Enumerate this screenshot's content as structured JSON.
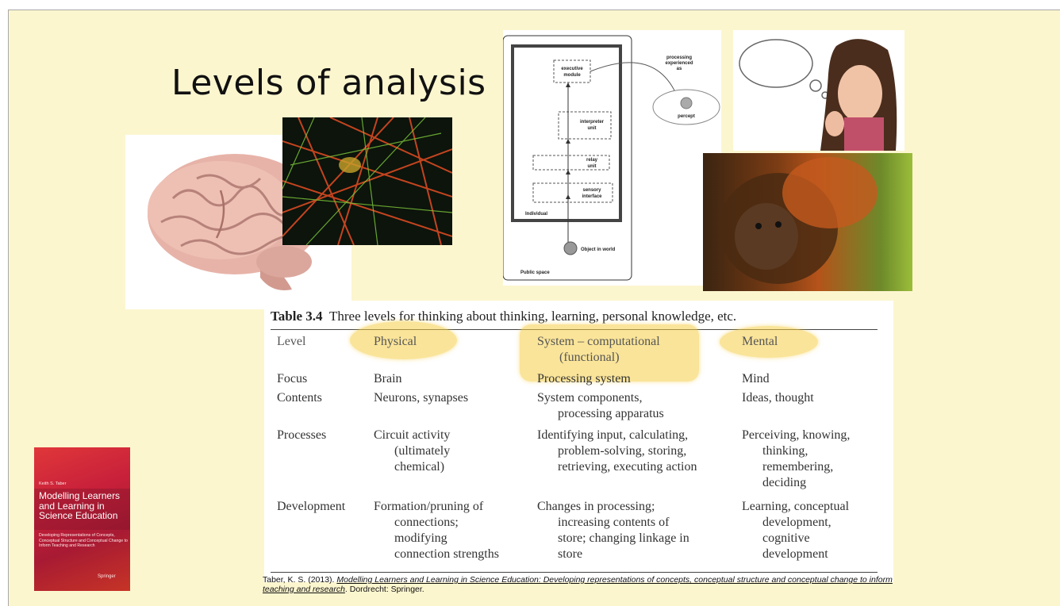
{
  "slide": {
    "title": "Levels of analysis"
  },
  "model_diagram": {
    "executive": "executive module",
    "processing": [
      "processing",
      "experienced",
      "as"
    ],
    "percept": "percept",
    "interpreter": "interpreter unit",
    "relay": "relay unit",
    "sensory": "sensory interface",
    "individual": "Individual",
    "object": "Object in world",
    "public": "Public space"
  },
  "table": {
    "caption_label": "Table 3.4",
    "caption_text": "Three levels for thinking about thinking, learning, personal knowledge, etc.",
    "headers": [
      "Level",
      "Physical",
      "System – computational",
      "(functional)",
      "Mental"
    ],
    "rows": [
      {
        "label": "Focus",
        "physical": [
          "Brain"
        ],
        "system": [
          "Processing system"
        ],
        "mental": [
          "Mind"
        ]
      },
      {
        "label": "Contents",
        "physical": [
          "Neurons, synapses"
        ],
        "system": [
          "System components,",
          "processing apparatus"
        ],
        "mental": [
          "Ideas, thought"
        ]
      },
      {
        "label": "Processes",
        "physical": [
          "Circuit activity",
          "(ultimately",
          "chemical)"
        ],
        "system": [
          "Identifying input, calculating,",
          "problem-solving, storing,",
          "retrieving, executing action"
        ],
        "mental": [
          "Perceiving, knowing,",
          "thinking,",
          "remembering,",
          "deciding"
        ]
      },
      {
        "label": "Development",
        "physical": [
          "Formation/pruning of",
          "connections;",
          "modifying",
          "connection strengths"
        ],
        "system": [
          "Changes in processing;",
          "increasing contents of",
          "store; changing linkage in",
          "store"
        ],
        "mental": [
          "Learning, conceptual",
          "development,",
          "cognitive",
          "development"
        ]
      }
    ]
  },
  "citation": {
    "author": "Taber, K. S. (2013). ",
    "title": "Modelling Learners and Learning in Science Education: Developing representations of concepts, conceptual structure and conceptual change to inform teaching and research",
    "rest": ". Dordrecht: Springer."
  },
  "book": {
    "author": "Keith S. Taber",
    "title": "Modelling Learners and Learning in Science Education",
    "subtitle": "Developing Representations of Concepts, Conceptual Structure and Conceptual Change to Inform Teaching and Research",
    "publisher": "Springer"
  },
  "colors": {
    "slide_bg": "#fcf6cf",
    "highlight": "#f5cd46",
    "book_red": "#c8203a"
  }
}
